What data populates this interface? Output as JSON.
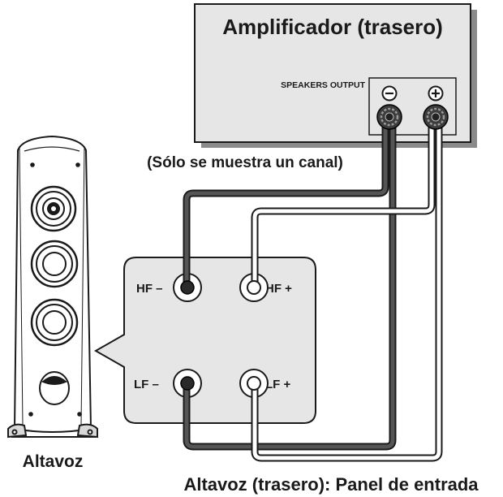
{
  "amplifier": {
    "title": "Amplificador (trasero)",
    "output_label": "SPEAKERS OUTPUT",
    "minus_symbol": "⊖",
    "plus_symbol": "⊕"
  },
  "channel_note": "(Sólo se muestra un canal)",
  "input_panel": {
    "hf_minus": "HF –",
    "hf_plus": "HF +",
    "lf_minus": "LF –",
    "lf_plus": "LF +",
    "caption": "Altavoz (trasero): Panel de entrada"
  },
  "speaker": {
    "caption": "Altavoz"
  },
  "colors": {
    "panel_fill": "#e6e6e6",
    "outline": "#1a1a1a",
    "cable_dark": "#555555",
    "cable_light": "#ffffff"
  }
}
